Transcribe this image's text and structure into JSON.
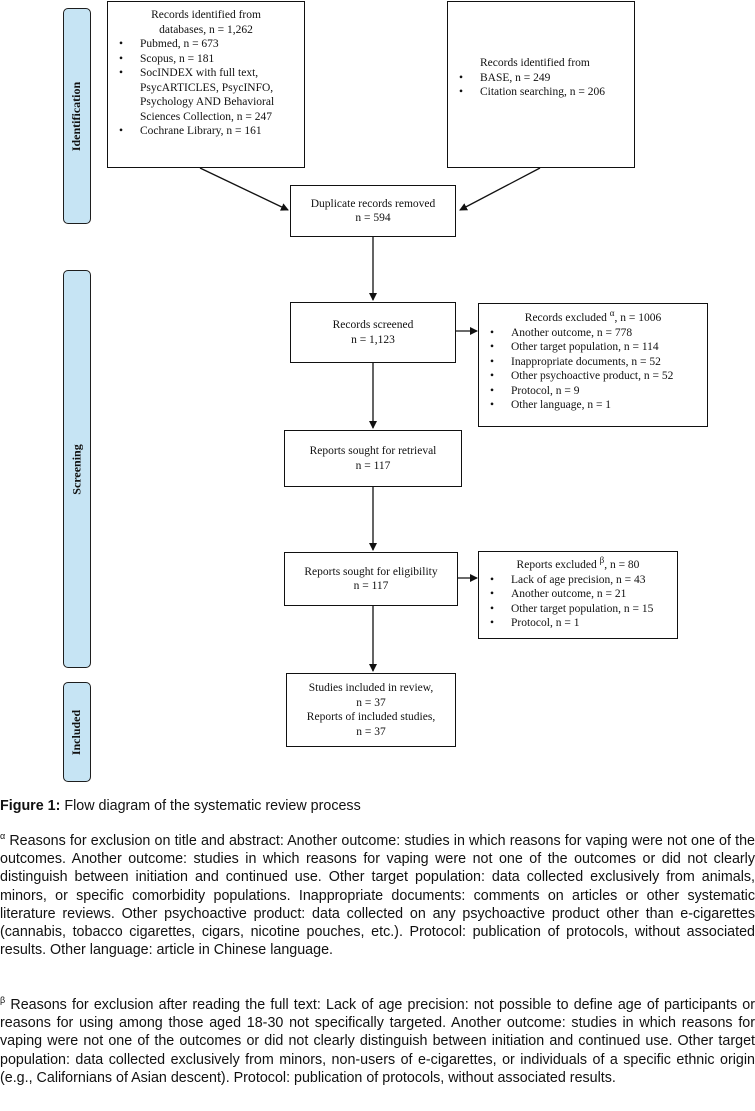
{
  "phases": {
    "identification": "Identification",
    "screening": "Screening",
    "included": "Included"
  },
  "boxes": {
    "databases": {
      "title_line1": "Records identified from",
      "title_line2": "databases, n = 1,262",
      "items": [
        "Pubmed, n = 673",
        "Scopus, n = 181",
        "SocINDEX with full text, PsycARTICLES, PsycINFO, Psychology AND Behavioral Sciences Collection, n = 247",
        "Cochrane Library, n = 161"
      ]
    },
    "other_sources": {
      "title": "Records identified from",
      "items": [
        "BASE, n = 249",
        "Citation searching, n = 206"
      ]
    },
    "duplicates": {
      "line1": "Duplicate records removed",
      "line2": "n = 594"
    },
    "screened": {
      "line1": "Records screened",
      "line2": "n = 1,123"
    },
    "excluded_screen": {
      "title_pre": "Records excluded ",
      "title_sup": "α",
      "title_post": ", n = 1006",
      "items": [
        "Another outcome, n = 778",
        "Other target population, n = 114",
        "Inappropriate documents, n = 52",
        "Other psychoactive product, n = 52",
        "Protocol, n = 9",
        "Other language, n = 1"
      ]
    },
    "retrieval": {
      "line1": "Reports sought for retrieval",
      "line2": "n = 117"
    },
    "eligibility": {
      "line1": "Reports sought for eligibility",
      "line2": "n = 117"
    },
    "excluded_eligibility": {
      "title_pre": "Reports excluded ",
      "title_sup": "β",
      "title_post": ", n = 80",
      "items": [
        "Lack of age precision, n = 43",
        "Another outcome, n = 21",
        "Other target population, n = 15",
        "Protocol, n = 1"
      ]
    },
    "included": {
      "line1": "Studies included in review,",
      "line2": "n = 37",
      "line3": "Reports of included studies,",
      "line4": "n = 37"
    }
  },
  "caption": {
    "label": "Figure 1:",
    "text": " Flow diagram of the systematic review process"
  },
  "notes": {
    "alpha_mark": "α",
    "alpha_text": " Reasons for exclusion on title and abstract: Another outcome: studies in which reasons for vaping were not one of the outcomes. Another outcome: studies in which reasons for vaping were not one of the outcomes or did not clearly distinguish between initiation and continued use. Other target population: data collected exclusively from animals, minors, or specific comorbidity populations. Inappropriate documents: comments on articles or other systematic literature reviews. Other psychoactive product: data collected on any psychoactive product other than e-cigarettes (cannabis, tobacco cigarettes, cigars, nicotine pouches, etc.). Protocol: publication of protocols, without associated results. Other language: article in Chinese language.",
    "beta_mark": "β",
    "beta_text": " Reasons for exclusion after reading the full text: Lack of age precision: not possible to define age of participants or reasons for using among those aged 18-30 not specifically targeted. Another outcome: studies in which reasons for vaping were not one of the outcomes or did not clearly distinguish between initiation and continued use. Other target population: data collected exclusively from minors, non-users of e-cigarettes, or individuals of a specific ethnic origin (e.g., Californians of Asian descent). Protocol: publication of protocols, without associated results."
  },
  "colors": {
    "phase_fill": "#c6e4f4",
    "line": "#111111"
  }
}
